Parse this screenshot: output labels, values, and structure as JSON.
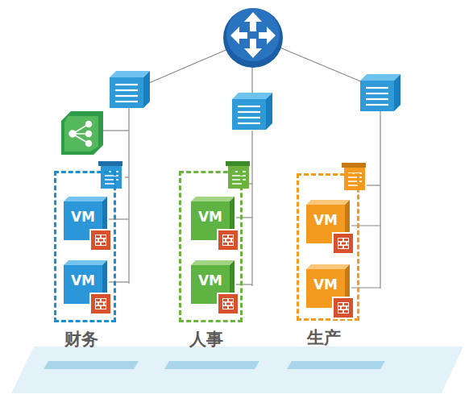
{
  "diagram": {
    "nodes": [
      {
        "text": [
          "财务"
        ]
      },
      {
        "text": [
          "VM"
        ],
        "in": 0
      },
      {
        "text": [
          "VM"
        ],
        "in": 0
      },
      {
        "text": [
          "人事"
        ]
      },
      {
        "text": [
          "VM"
        ],
        "in": 3
      },
      {
        "text": [
          "VM"
        ],
        "in": 3
      },
      {
        "text": [
          "生产"
        ]
      },
      {
        "text": [
          "VM"
        ],
        "in": 6
      },
      {
        "text": [
          "VM"
        ],
        "in": 6
      }
    ]
  }
}
